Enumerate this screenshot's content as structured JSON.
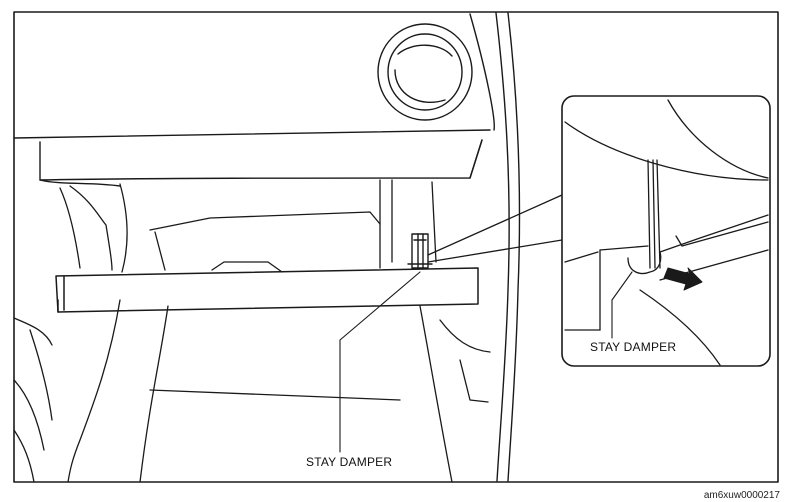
{
  "figure": {
    "main_label": "STAY DAMPER",
    "inset_label": "STAY DAMPER",
    "figure_code": "am6xuw0000217"
  },
  "colors": {
    "line": "#1a1a1a",
    "background": "#ffffff",
    "arrow": "#1a1a1a"
  },
  "icons": {
    "removal-direction": "arrow-icon"
  }
}
